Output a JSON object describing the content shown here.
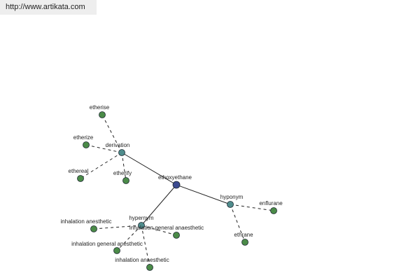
{
  "banner": {
    "url": "http://www.artikata.com"
  },
  "graph": {
    "colors": {
      "center": "#3b4a8f",
      "relation": "#4f8c8c",
      "leaf": "#4b8b48",
      "stroke": "#1e2a33",
      "edge": "#222222"
    },
    "nodes": [
      {
        "id": "ethoxyethane",
        "label": "ethoxyethane",
        "kind": "center"
      },
      {
        "id": "derivation",
        "label": "derivation",
        "kind": "relation"
      },
      {
        "id": "hyponym",
        "label": "hyponym",
        "kind": "relation"
      },
      {
        "id": "hypernym",
        "label": "hypernym",
        "kind": "relation"
      },
      {
        "id": "etherise",
        "label": "etherise",
        "kind": "leaf"
      },
      {
        "id": "etherize",
        "label": "etherize",
        "kind": "leaf"
      },
      {
        "id": "ethereal",
        "label": "ethereal",
        "kind": "leaf"
      },
      {
        "id": "etherify",
        "label": "etherify",
        "kind": "leaf"
      },
      {
        "id": "enflurane",
        "label": "enflurane",
        "kind": "leaf"
      },
      {
        "id": "ethrane",
        "label": "ethrane",
        "kind": "leaf"
      },
      {
        "id": "inhalation-anesthetic",
        "label": "inhalation anesthetic",
        "kind": "leaf"
      },
      {
        "id": "inhalation-general-anaesthetic",
        "label": "inhalation general anaesthetic",
        "kind": "leaf"
      },
      {
        "id": "inhalation-general-anesthetic",
        "label": "inhalation general anesthetic",
        "kind": "leaf"
      },
      {
        "id": "inhalation-anaesthetic",
        "label": "inhalation anaesthetic",
        "kind": "leaf"
      }
    ],
    "edges": [
      {
        "from": "ethoxyethane",
        "to": "derivation",
        "style": "solid"
      },
      {
        "from": "ethoxyethane",
        "to": "hyponym",
        "style": "solid"
      },
      {
        "from": "ethoxyethane",
        "to": "hypernym",
        "style": "solid"
      },
      {
        "from": "derivation",
        "to": "etherise",
        "style": "dashed"
      },
      {
        "from": "derivation",
        "to": "etherize",
        "style": "dashed"
      },
      {
        "from": "derivation",
        "to": "ethereal",
        "style": "dashed"
      },
      {
        "from": "derivation",
        "to": "etherify",
        "style": "dashed"
      },
      {
        "from": "hyponym",
        "to": "enflurane",
        "style": "dashed"
      },
      {
        "from": "hyponym",
        "to": "ethrane",
        "style": "dashed"
      },
      {
        "from": "hypernym",
        "to": "inhalation-anesthetic",
        "style": "dashed"
      },
      {
        "from": "hypernym",
        "to": "inhalation-general-anaesthetic",
        "style": "dashed"
      },
      {
        "from": "hypernym",
        "to": "inhalation-general-anesthetic",
        "style": "dashed"
      },
      {
        "from": "hypernym",
        "to": "inhalation-anaesthetic",
        "style": "dashed"
      }
    ]
  }
}
